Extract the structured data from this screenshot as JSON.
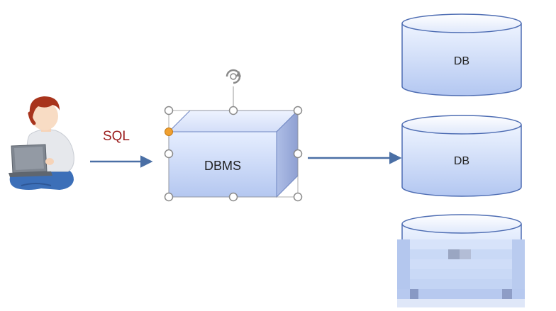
{
  "diagram": {
    "sql_label": "SQL",
    "dbms_label": "DBMS",
    "databases": [
      {
        "label": "DB"
      },
      {
        "label": "DB"
      }
    ],
    "colors": {
      "sql_text": "#9b1c1c",
      "arrow": "#4a6fa5",
      "box_front_top": "#e6eeff",
      "box_front_bottom": "#b4c7f0",
      "box_side": "#9fb0de",
      "box_top": "#dbe5fb",
      "box_stroke": "#6f86c2",
      "cyl_fill_top": "#eaf1ff",
      "cyl_fill_bottom": "#b8cbf2",
      "cyl_stroke": "#4e6db3",
      "handle_fill": "#ffffff",
      "handle_stroke": "#8a8a8a",
      "handle_active": "#f0a030",
      "rotate_icon": "#8a8a8a"
    },
    "icons": {
      "user": "person-with-laptop-icon",
      "rotate": "rotate-handle-icon"
    }
  }
}
